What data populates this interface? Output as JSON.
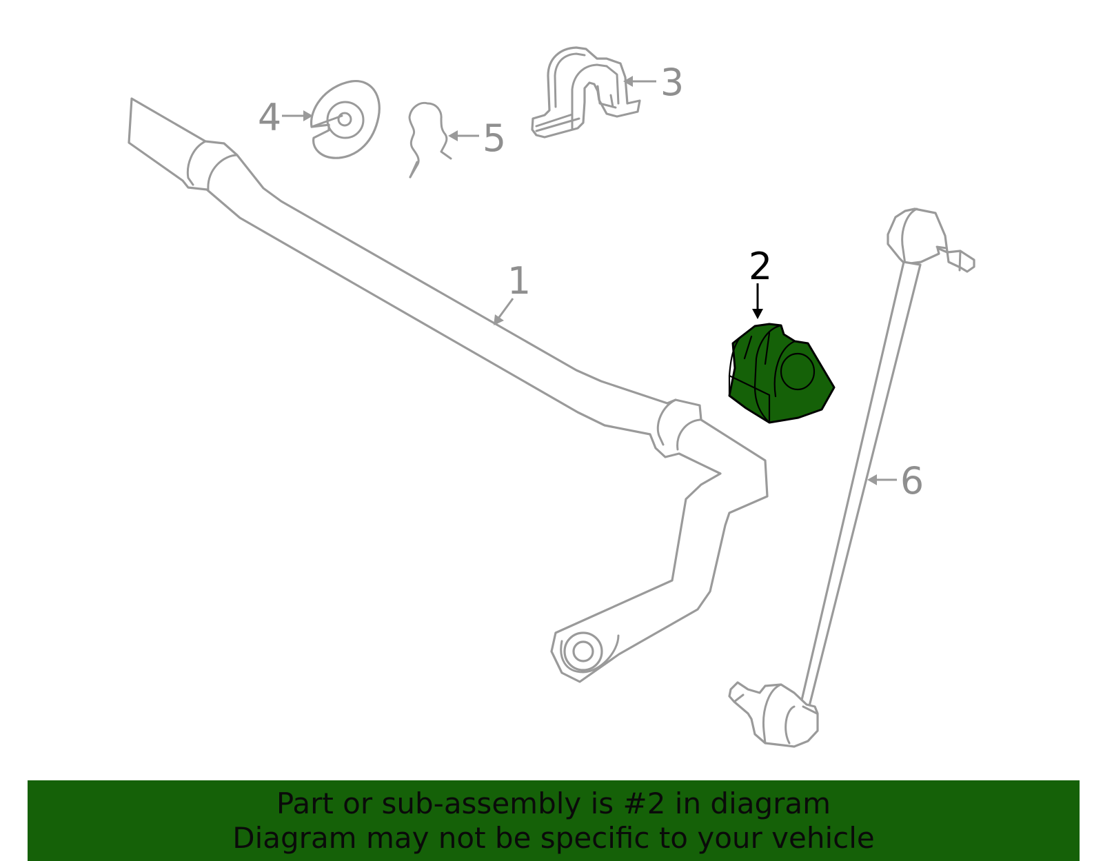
{
  "colors": {
    "highlight": "#156108",
    "outline": "#9a9a9a",
    "banner": "#156108",
    "text_gray": "#8f8f8f"
  },
  "callouts": [
    {
      "id": "1",
      "label": "1",
      "highlighted": false
    },
    {
      "id": "2",
      "label": "2",
      "highlighted": true
    },
    {
      "id": "3",
      "label": "3",
      "highlighted": false
    },
    {
      "id": "4",
      "label": "4",
      "highlighted": false
    },
    {
      "id": "5",
      "label": "5",
      "highlighted": false
    },
    {
      "id": "6",
      "label": "6",
      "highlighted": false
    }
  ],
  "banner": {
    "line1": "Part or sub-assembly is #2 in diagram",
    "line2": "Diagram may not be specific to your vehicle"
  }
}
